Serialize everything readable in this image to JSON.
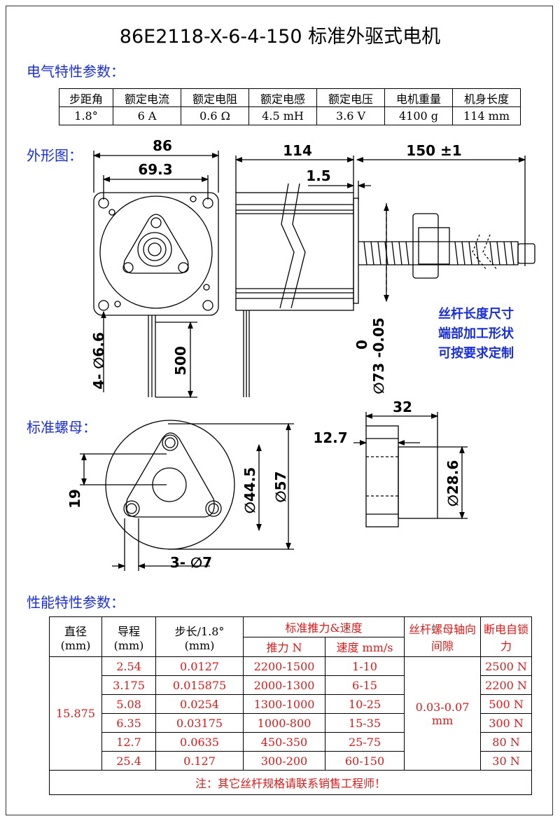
{
  "title": "86E2118-X-6-4-150 标准外驱式电机",
  "sections": {
    "electrical": "电气特性参数：",
    "outline": "外形图：",
    "nut": "标准螺母：",
    "performance": "性能特性参数："
  },
  "spec_table": {
    "headers": [
      "步距角",
      "额定电流",
      "额定电阻",
      "额定电感",
      "额定电压",
      "电机重量",
      "机身长度"
    ],
    "values": [
      "1.8°",
      "6 A",
      "0.6 Ω",
      "4.5 mH",
      "3.6 V",
      "4100 g",
      "114 mm"
    ]
  },
  "dims": {
    "d86": "86",
    "d69": "69.3",
    "d114": "114",
    "d150": "150 ±1",
    "d15": "1.5",
    "d500": "500",
    "d66": "4- ∅6.6",
    "d73a": "0",
    "d73b": "∅73 -0.05",
    "d32": "32",
    "d127": "12.7",
    "d286": "∅28.6",
    "d19": "19",
    "d445": "∅44.5",
    "d57": "∅57",
    "d7": "3- ∅7"
  },
  "custom_note": [
    "丝杆长度尺寸",
    "端部加工形状",
    "可按要求定制"
  ],
  "perf_table": {
    "h_diameter": "直径",
    "h_diameter_unit": "(mm)",
    "h_lead": "导程",
    "h_lead_unit": "(mm)",
    "h_step": "步长/1.8°",
    "h_step_unit": "(mm)",
    "h_std": "标准推力&速度",
    "h_force": "推力 N",
    "h_speed": "速度 mm/s",
    "h_backlash": "丝杆螺母轴向间隙",
    "h_selflock": "断电自锁力",
    "diameter": "15.875",
    "backlash": "0.03-0.07",
    "backlash_unit": "mm",
    "rows": [
      {
        "lead": "2.54",
        "step": "0.0127",
        "force": "2200-1500",
        "speed": "1-10",
        "lock": "2500 N"
      },
      {
        "lead": "3.175",
        "step": "0.015875",
        "force": "2000-1300",
        "speed": "6-15",
        "lock": "2200 N"
      },
      {
        "lead": "5.08",
        "step": "0.0254",
        "force": "1300-1000",
        "speed": "10-25",
        "lock": "500 N"
      },
      {
        "lead": "6.35",
        "step": "0.03175",
        "force": "1000-800",
        "speed": "15-35",
        "lock": "300 N"
      },
      {
        "lead": "12.7",
        "step": "0.0635",
        "force": "450-350",
        "speed": "25-75",
        "lock": "80 N"
      },
      {
        "lead": "25.4",
        "step": "0.127",
        "force": "300-200",
        "speed": "60-150",
        "lock": "30 N"
      }
    ],
    "footer": "注：其它丝杆规格请联系销售工程师！"
  }
}
